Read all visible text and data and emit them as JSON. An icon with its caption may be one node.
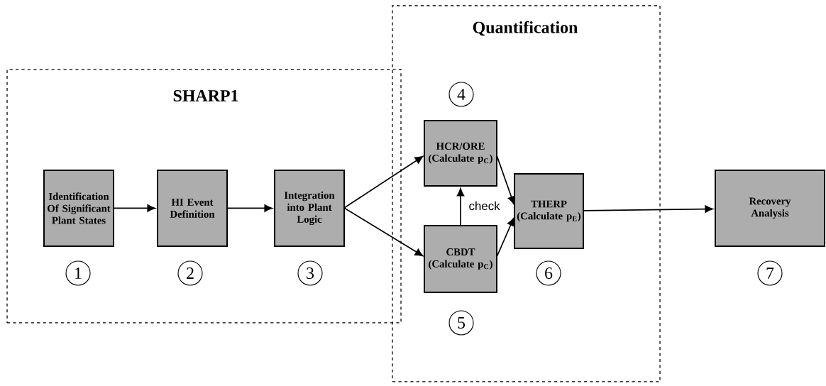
{
  "diagram": {
    "nodes": [
      {
        "text": [
          "SHARP1"
        ]
      },
      {
        "text": [
          "Quantification"
        ]
      },
      {
        "text": [
          "Identification Of Significant Plant States"
        ],
        "in": 0,
        "beside": [
          "1"
        ]
      },
      {
        "text": [
          "HI Event Definition"
        ],
        "in": 0,
        "beside": [
          "2"
        ]
      },
      {
        "text": [
          "Integration into Plant Logic"
        ],
        "in": 0,
        "beside": [
          "3"
        ]
      },
      {
        "text": [
          "HCR/ORE (Calculate p$_{C}$)"
        ],
        "in": 1,
        "beside": [
          "4"
        ]
      },
      {
        "text": [
          "CBDT (Calculate p$_{C}$)"
        ],
        "in": 1,
        "beside": [
          "5"
        ]
      },
      {
        "text": [
          "THERP (Calculate p$_{E}$)"
        ],
        "in": 1,
        "beside": [
          "6"
        ]
      },
      {
        "text": [
          "Recovery Analysis"
        ],
        "beside": [
          "7"
        ]
      }
    ],
    "edges": [
      {
        "from": 2,
        "to": 3,
        "arrow": "to"
      },
      {
        "from": 3,
        "to": 4,
        "arrow": "to"
      },
      {
        "from": 4,
        "to": 5,
        "arrow": "to"
      },
      {
        "from": 4,
        "to": 6,
        "arrow": "to"
      },
      {
        "from": 6,
        "to": 5,
        "arrow": "to",
        "label": "check"
      },
      {
        "from": 5,
        "to": 7,
        "arrow": "to"
      },
      {
        "from": 6,
        "to": 7,
        "arrow": "to"
      },
      {
        "from": 7,
        "to": 8,
        "arrow": "to"
      }
    ]
  }
}
